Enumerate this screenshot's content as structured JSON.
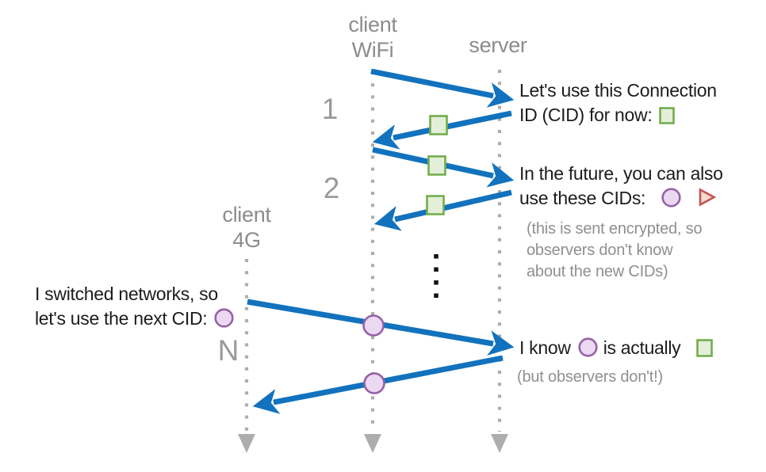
{
  "lifelines": {
    "client_wifi": {
      "line1": "client",
      "line2": "WiFi"
    },
    "server": {
      "label": "server"
    },
    "client_4g": {
      "line1": "client",
      "line2": "4G"
    }
  },
  "steps": {
    "step1": "1",
    "step2": "2",
    "stepN": "N"
  },
  "annotations": {
    "msg1": {
      "line1": "Let's use this Connection",
      "line2": "ID (CID) for now:"
    },
    "msg2": {
      "line1": "In the future, you can also",
      "line2": "use these CIDs:"
    },
    "msg2_note": {
      "line1": "(this is sent encrypted, so",
      "line2": "observers don't know",
      "line3": "about the new CIDs)"
    },
    "switch": {
      "line1": "I switched networks, so",
      "line2": "let's use the next CID:"
    },
    "msgN": {
      "pre": "I know",
      "mid": "is actually",
      "note": "(but observers don't!)"
    }
  },
  "icons": {
    "green_square": "green-square-cid-icon",
    "purple_circle": "purple-circle-cid-icon",
    "red_triangle": "red-triangle-cid-icon"
  },
  "colors": {
    "arrow_blue": "#1272bd",
    "lifeline_gray": "#adadad",
    "label_gray": "#8c8c8c",
    "note_gray": "#8f8f8f",
    "text_black": "#1c1c1c",
    "cid_green_fill": "#e4efda",
    "cid_green_stroke": "#74ad4c",
    "cid_purple_fill": "#ead9f0",
    "cid_purple_stroke": "#9760a8",
    "cid_red_fill": "#f5d9d4",
    "cid_red_stroke": "#c4544e"
  }
}
